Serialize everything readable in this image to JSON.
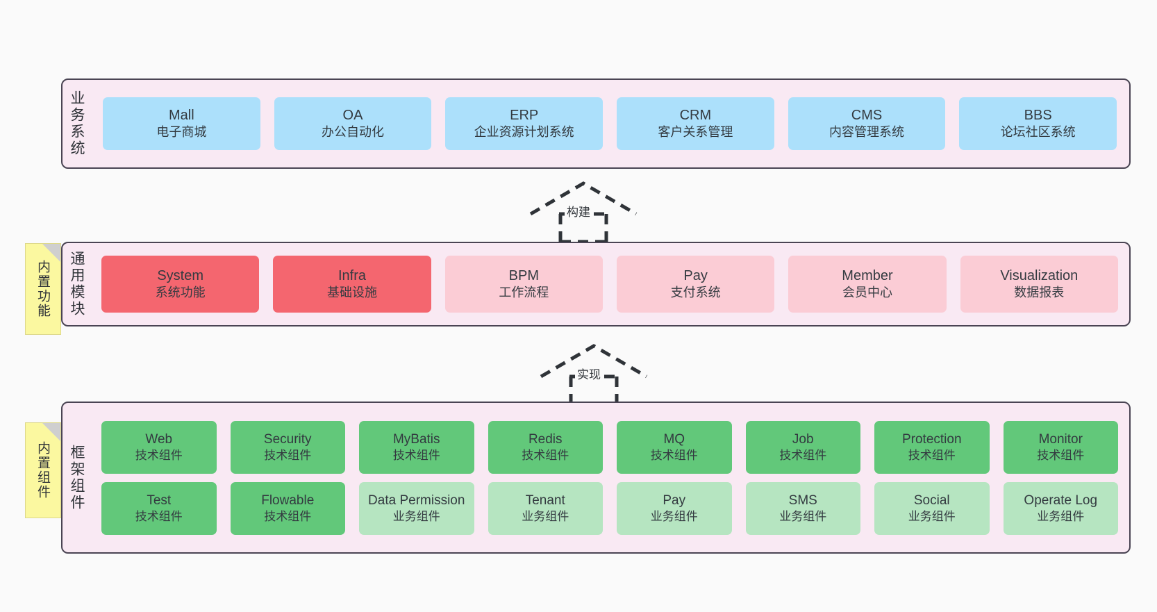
{
  "diagram": {
    "background_color": "#fafafa",
    "panel_color": "#f9e9f3",
    "panel_border_color": "#4a4453",
    "note_color": "#fbf8a0"
  },
  "layers": [
    {
      "id": "business",
      "title": "业务系统",
      "rows": [
        {
          "cards": [
            {
              "title": "Mall",
              "sub": "电子商城",
              "color": "#ace0fb",
              "variant": "c-blue"
            },
            {
              "title": "OA",
              "sub": "办公自动化",
              "color": "#ace0fb",
              "variant": "c-blue"
            },
            {
              "title": "ERP",
              "sub": "企业资源计划系统",
              "color": "#ace0fb",
              "variant": "c-blue"
            },
            {
              "title": "CRM",
              "sub": "客户关系管理",
              "color": "#ace0fb",
              "variant": "c-blue"
            },
            {
              "title": "CMS",
              "sub": "内容管理系统",
              "color": "#ace0fb",
              "variant": "c-blue"
            },
            {
              "title": "BBS",
              "sub": "论坛社区系统",
              "color": "#ace0fb",
              "variant": "c-blue"
            }
          ]
        }
      ]
    },
    {
      "id": "common",
      "title": "通用模块",
      "rows": [
        {
          "cards": [
            {
              "title": "System",
              "sub": "系统功能",
              "color": "#f4666f",
              "variant": "c-red"
            },
            {
              "title": "Infra",
              "sub": "基础设施",
              "color": "#f4666f",
              "variant": "c-red"
            },
            {
              "title": "BPM",
              "sub": "工作流程",
              "color": "#fbccd5",
              "variant": "c-pink"
            },
            {
              "title": "Pay",
              "sub": "支付系统",
              "color": "#fbccd5",
              "variant": "c-pink"
            },
            {
              "title": "Member",
              "sub": "会员中心",
              "color": "#fbccd5",
              "variant": "c-pink"
            },
            {
              "title": "Visualization",
              "sub": "数据报表",
              "color": "#fbccd5",
              "variant": "c-pink"
            }
          ]
        }
      ]
    },
    {
      "id": "frame",
      "title": "框架组件",
      "rows": [
        {
          "cards": [
            {
              "title": "Web",
              "sub": "技术组件",
              "color": "#62c87a",
              "variant": "c-green"
            },
            {
              "title": "Security",
              "sub": "技术组件",
              "color": "#62c87a",
              "variant": "c-green"
            },
            {
              "title": "MyBatis",
              "sub": "技术组件",
              "color": "#62c87a",
              "variant": "c-green"
            },
            {
              "title": "Redis",
              "sub": "技术组件",
              "color": "#62c87a",
              "variant": "c-green"
            },
            {
              "title": "MQ",
              "sub": "技术组件",
              "color": "#62c87a",
              "variant": "c-green"
            },
            {
              "title": "Job",
              "sub": "技术组件",
              "color": "#62c87a",
              "variant": "c-green"
            },
            {
              "title": "Protection",
              "sub": "技术组件",
              "color": "#62c87a",
              "variant": "c-green"
            },
            {
              "title": "Monitor",
              "sub": "技术组件",
              "color": "#62c87a",
              "variant": "c-green"
            }
          ]
        },
        {
          "cards": [
            {
              "title": "Test",
              "sub": "技术组件",
              "color": "#62c87a",
              "variant": "c-green"
            },
            {
              "title": "Flowable",
              "sub": "技术组件",
              "color": "#62c87a",
              "variant": "c-green"
            },
            {
              "title": "Data Permission",
              "sub": "业务组件",
              "color": "#b6e5c1",
              "variant": "c-lightgreen"
            },
            {
              "title": "Tenant",
              "sub": "业务组件",
              "color": "#b6e5c1",
              "variant": "c-lightgreen"
            },
            {
              "title": "Pay",
              "sub": "业务组件",
              "color": "#b6e5c1",
              "variant": "c-lightgreen"
            },
            {
              "title": "SMS",
              "sub": "业务组件",
              "color": "#b6e5c1",
              "variant": "c-lightgreen"
            },
            {
              "title": "Social",
              "sub": "业务组件",
              "color": "#b6e5c1",
              "variant": "c-lightgreen"
            },
            {
              "title": "Operate Log",
              "sub": "业务组件",
              "color": "#b6e5c1",
              "variant": "c-lightgreen"
            }
          ]
        }
      ]
    }
  ],
  "notes": [
    {
      "id": "functions",
      "text": "内置功能"
    },
    {
      "id": "components",
      "text": "内置组件"
    }
  ],
  "arrows": [
    {
      "id": "build",
      "label": "构建",
      "style": "dashed-generalization"
    },
    {
      "id": "impl",
      "label": "实现",
      "style": "dashed-generalization"
    }
  ]
}
